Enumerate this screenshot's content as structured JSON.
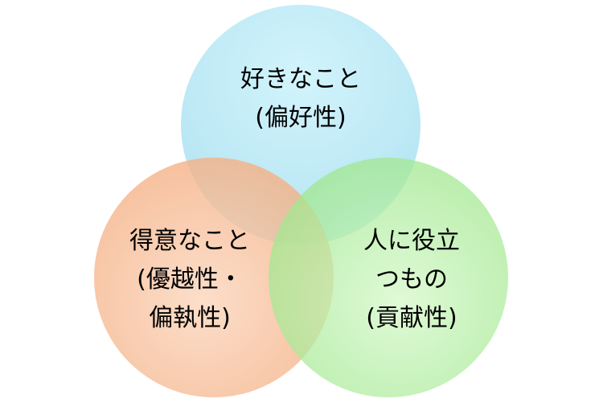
{
  "circles": {
    "top": {
      "lines": [
        "好きなこと",
        "(偏好性)"
      ],
      "fill_light": "#caf2fb",
      "fill_dark": "#a7dff0"
    },
    "left": {
      "lines": [
        "得意なこと",
        "(優越性・",
        "偏執性)"
      ],
      "fill_light": "#fbd6bc",
      "fill_dark": "#f3aa7c"
    },
    "right": {
      "lines": [
        "人に役立",
        "つもの",
        "(貢献性)"
      ],
      "fill_light": "#d5f8c9",
      "fill_dark": "#98e585"
    }
  }
}
